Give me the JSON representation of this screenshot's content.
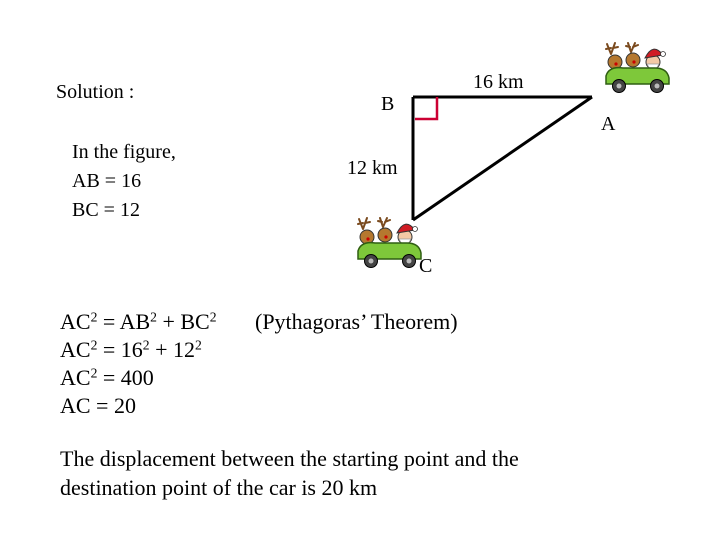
{
  "solution_heading": "Solution :",
  "given": {
    "intro": "In the figure,",
    "ab_eq": "AB = 16",
    "bc_eq": "BC = 12"
  },
  "diagram": {
    "label_b": "B",
    "label_a": "A",
    "label_c": "C",
    "ab_length": "16 km",
    "bc_length": "12 km",
    "line_color": "#000000",
    "right_angle_color": "#cc0033"
  },
  "working": {
    "line1": {
      "t1": "AC",
      "e1": "2",
      "t2": " = AB",
      "e2": "2",
      "t3": " + BC",
      "e3": "2",
      "note": "(Pythagoras’ Theorem)"
    },
    "line2": {
      "t1": "AC",
      "e1": "2",
      "t2": " = 16",
      "e2": "2",
      "t3": " + 12",
      "e3": "2"
    },
    "line3": {
      "t1": "AC",
      "e1": "2",
      "t2": " = 400"
    },
    "line4": "AC = 20"
  },
  "conclusion": {
    "line1": "The displacement between the starting point and the",
    "line2": "destination point of the car is 20 km"
  },
  "icons": {
    "car_start": "santa-reindeer-car-icon",
    "car_end": "santa-reindeer-car-icon"
  }
}
